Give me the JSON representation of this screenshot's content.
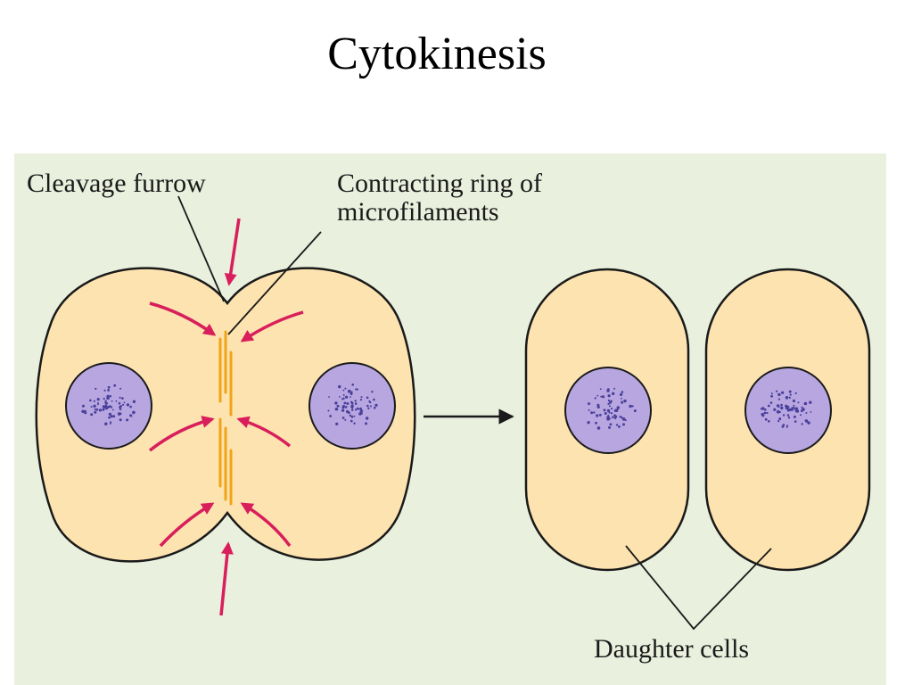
{
  "title": "Cytokinesis",
  "labels": {
    "cleavage_furrow": "Cleavage furrow",
    "contracting_ring_line1": "Contracting ring of",
    "contracting_ring_line2": "microfilaments",
    "daughter_cells": "Daughter cells"
  },
  "colors": {
    "background": "#ffffff",
    "panel": "#e9f0dd",
    "cytoplasm": "#fde3b0",
    "nucleus": "#b7a6e0",
    "chromatin": "#4a3f9a",
    "furrow_arrows": "#d81e5b",
    "microfilaments": "#f0a418",
    "outline": "#1a1a1a"
  }
}
